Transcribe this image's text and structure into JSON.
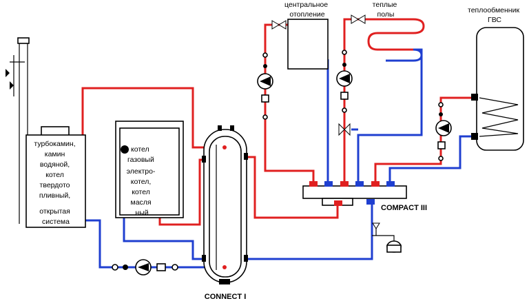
{
  "labels": {
    "central_heating": [
      "центральное",
      "отопление"
    ],
    "warm_floors": [
      "теплые",
      "полы"
    ],
    "dhw_exchanger": [
      "теплообменник",
      "ГВС"
    ],
    "solid_fuel_boiler": [
      "турбокамин,",
      "камин",
      "водяной,",
      "котел",
      "твердото",
      "пливный,",
      "",
      "открытая",
      "система"
    ],
    "gas_boiler": [
      "котел",
      "газовый"
    ],
    "electric_boiler": [
      "электро-",
      "котел,",
      "котел",
      "масля",
      "ный"
    ],
    "compact": "COMPACT III",
    "connect": "CONNECT I"
  },
  "colors": {
    "supply": "#e02020",
    "return": "#1f3fd0",
    "outline": "#000000"
  }
}
